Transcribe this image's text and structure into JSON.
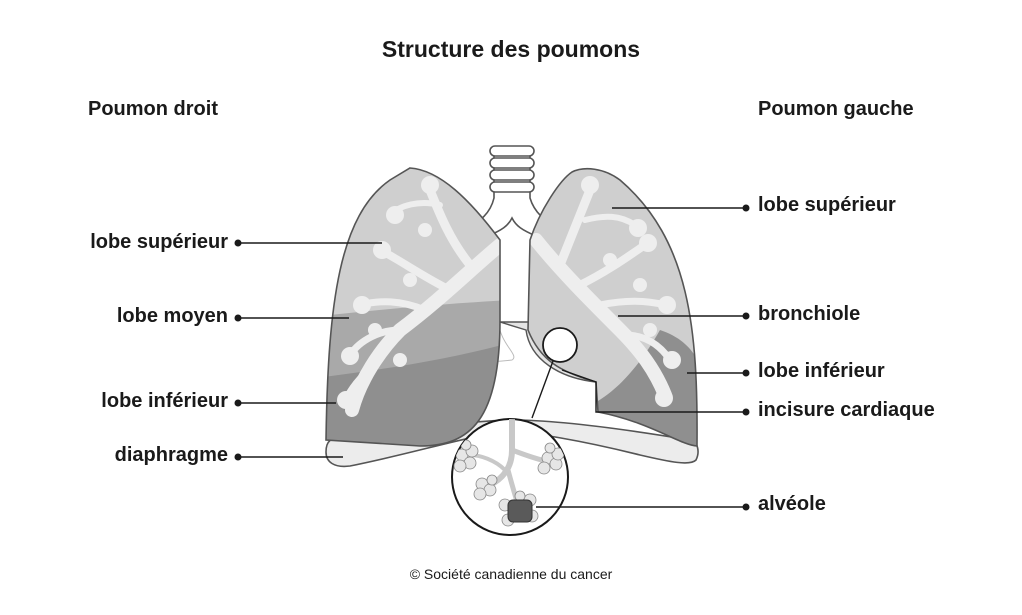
{
  "title": "Structure des poumons",
  "left_lung": {
    "title": "Poumon droit",
    "labels": [
      "lobe supérieur",
      "lobe moyen",
      "lobe inférieur",
      "diaphragme"
    ]
  },
  "right_lung": {
    "title": "Poumon gauche",
    "labels": [
      "lobe supérieur",
      "bronchiole",
      "lobe inférieur",
      "incisure cardiaque",
      "alvéole"
    ]
  },
  "credit": "© Société canadienne du cancer",
  "colors": {
    "lobe_light": "#cfcfcf",
    "lobe_dark": "#8f8f8f",
    "outline": "#555555",
    "airway": "#f2f2f2"
  }
}
